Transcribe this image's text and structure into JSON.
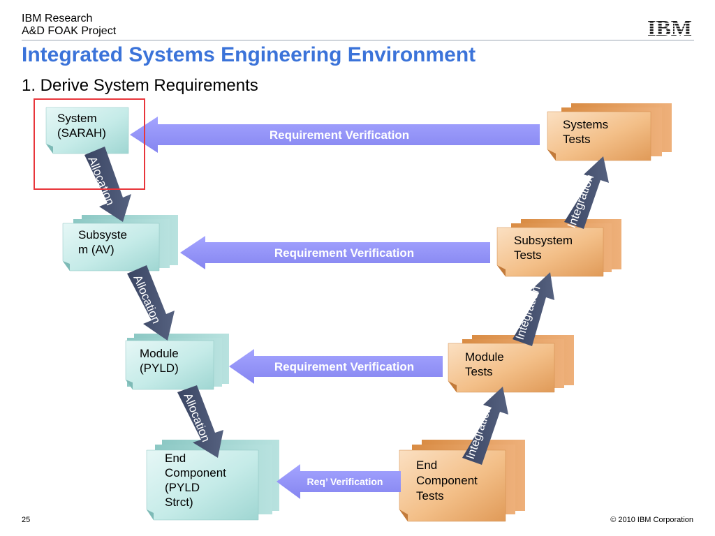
{
  "header": {
    "org": "IBM Research",
    "project": "A&D FOAK Project",
    "logo": "IBM"
  },
  "title": "Integrated Systems Engineering Environment",
  "subtitle": "1. Derive System Requirements",
  "left_boxes": [
    {
      "label_lines": [
        "System",
        "(SARAH)"
      ]
    },
    {
      "label_lines": [
        "Subsyste",
        "m (AV)"
      ]
    },
    {
      "label_lines": [
        "Module",
        "(PYLD)"
      ]
    },
    {
      "label_lines": [
        "End",
        "Component",
        "(PYLD",
        "Strct)"
      ]
    }
  ],
  "right_boxes": [
    {
      "label_lines": [
        "Systems",
        "Tests"
      ]
    },
    {
      "label_lines": [
        "Subsystem",
        "Tests"
      ]
    },
    {
      "label_lines": [
        "Module",
        "Tests"
      ]
    },
    {
      "label_lines": [
        "End",
        "Component",
        "Tests"
      ]
    }
  ],
  "verification_arrows": [
    "Requirement Verification",
    "Requirement Verification",
    "Requirement Verification",
    "Req’ Verification"
  ],
  "allocation_label": "Allocation",
  "integration_label": "Integration",
  "colors": {
    "title": "#3b73d9",
    "left_box": "#c8ecea",
    "right_box": "#f4c08c",
    "verification_arrow": "#8f8ff5",
    "connector_arrow": "#45516e",
    "highlight_frame": "#e8353b"
  },
  "footer": {
    "page": "25",
    "copyright": "© 2010 IBM Corporation"
  }
}
